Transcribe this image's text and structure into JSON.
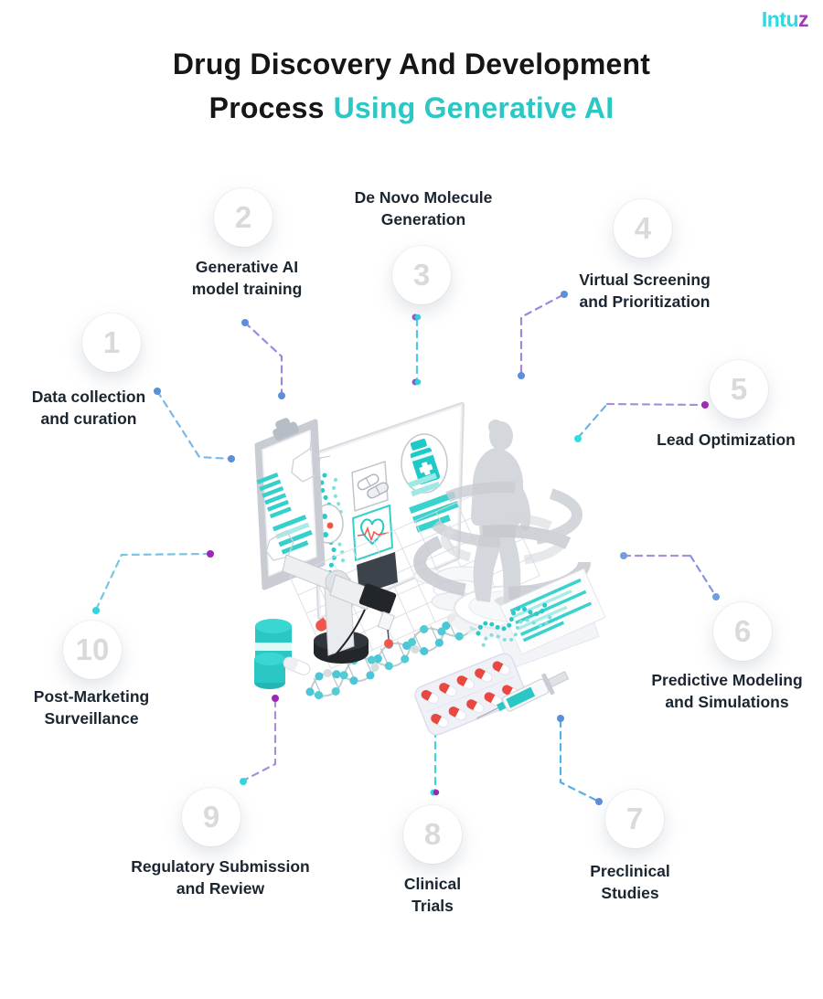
{
  "logo": {
    "text_main": "Intu",
    "text_accent": "z"
  },
  "title": {
    "line1": "Drug Discovery And Development",
    "line2_black": "Process",
    "line2_accent": "Using Generative AI"
  },
  "steps": [
    {
      "num": "1",
      "lines": [
        "Data collection",
        "and curation"
      ]
    },
    {
      "num": "2",
      "lines": [
        "Generative AI",
        "model training"
      ]
    },
    {
      "num": "3",
      "lines": [
        "De Novo Molecule",
        "Generation"
      ]
    },
    {
      "num": "4",
      "lines": [
        "Virtual Screening",
        "and Prioritization"
      ]
    },
    {
      "num": "5",
      "lines": [
        "Lead Optimization"
      ]
    },
    {
      "num": "6",
      "lines": [
        "Predictive Modeling",
        "and Simulations"
      ]
    },
    {
      "num": "7",
      "lines": [
        "Preclinical",
        "Studies"
      ]
    },
    {
      "num": "8",
      "lines": [
        "Clinical",
        "Trials"
      ]
    },
    {
      "num": "9",
      "lines": [
        "Regulatory Submission",
        "and Review"
      ]
    },
    {
      "num": "10",
      "lines": [
        "Post-Marketing",
        "Surveillance"
      ]
    }
  ],
  "colors": {
    "accent_teal": "#2BC7C4",
    "logo_cyan": "#2FD9E2",
    "dot_blue": "#5B8FD9",
    "dot_cyan": "#2ED8DE",
    "dot_purple": "#9C27B0",
    "dash_blue": "#6FB3E8",
    "dash_lavender": "#A98FD9",
    "number_gray": "#D9DADC",
    "text_dark": "#1B2530"
  },
  "illustration": {
    "description": "Isometric lab scene: dashboard screen with DNA and health icons, clipboard, scanned patient on platform, robotic arm, DNA helix, pills, blister pack, syringe"
  }
}
